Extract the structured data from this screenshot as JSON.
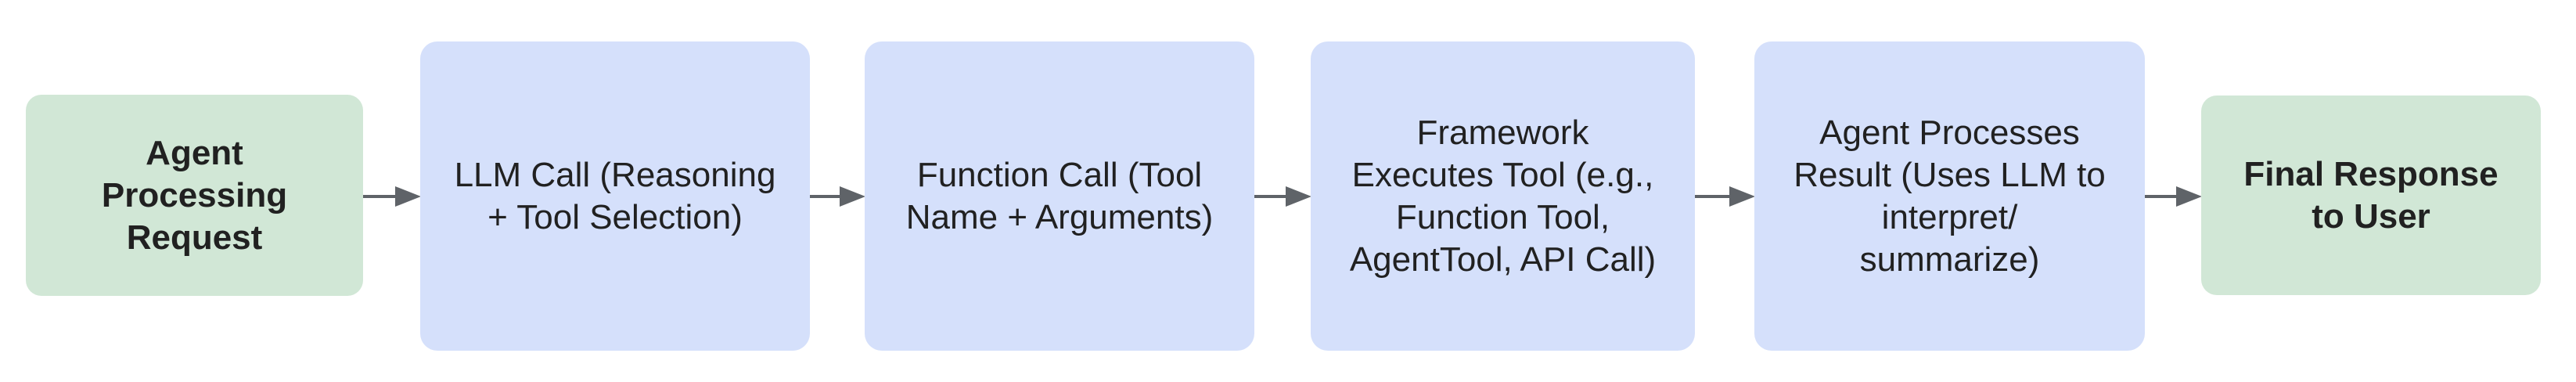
{
  "diagram": {
    "type": "flowchart",
    "direction": "left-to-right",
    "background": "#ffffff",
    "colors": {
      "start_end_fill": "#d1e7d6",
      "process_fill": "#d5e0fb",
      "arrow": "#5f6368",
      "text": "#212121"
    },
    "nodes": [
      {
        "id": "agent-processing-request",
        "role": "start",
        "shape": "rounded-rectangle",
        "fill": "#d1e7d6",
        "emphasis": "bold",
        "label": "Agent\nProcessing\nRequest"
      },
      {
        "id": "llm-call",
        "role": "process",
        "shape": "rounded-rectangle",
        "fill": "#d5e0fb",
        "emphasis": "regular",
        "label": "LLM Call (Reasoning\n+ Tool Selection)"
      },
      {
        "id": "function-call",
        "role": "process",
        "shape": "rounded-rectangle",
        "fill": "#d5e0fb",
        "emphasis": "regular",
        "label": "Function Call (Tool\nName + Arguments)"
      },
      {
        "id": "framework-executes-tool",
        "role": "process",
        "shape": "rounded-rectangle",
        "fill": "#d5e0fb",
        "emphasis": "regular",
        "label": "Framework\nExecutes Tool (e.g.,\nFunction Tool,\nAgentTool, API Call)"
      },
      {
        "id": "agent-processes-result",
        "role": "process",
        "shape": "rounded-rectangle",
        "fill": "#d5e0fb",
        "emphasis": "regular",
        "label": "Agent Processes\nResult (Uses LLM to\ninterpret/\nsummarize)"
      },
      {
        "id": "final-response-to-user",
        "role": "end",
        "shape": "rounded-rectangle",
        "fill": "#d1e7d6",
        "emphasis": "bold",
        "label": "Final Response\nto User"
      }
    ],
    "edges": [
      {
        "from": "agent-processing-request",
        "to": "llm-call",
        "style": "arrow"
      },
      {
        "from": "llm-call",
        "to": "function-call",
        "style": "arrow"
      },
      {
        "from": "function-call",
        "to": "framework-executes-tool",
        "style": "arrow"
      },
      {
        "from": "framework-executes-tool",
        "to": "agent-processes-result",
        "style": "arrow"
      },
      {
        "from": "agent-processes-result",
        "to": "final-response-to-user",
        "style": "arrow"
      }
    ]
  }
}
